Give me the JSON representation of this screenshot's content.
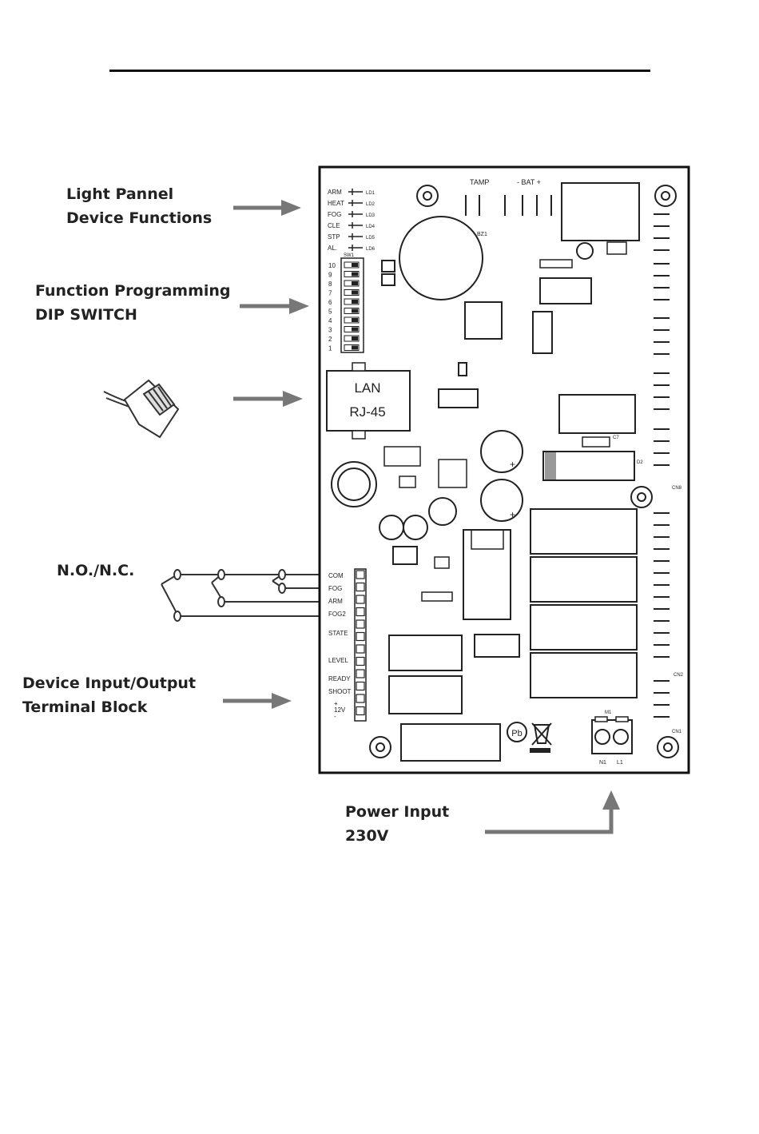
{
  "callouts": {
    "light_panel": [
      "Light Pannel",
      "Device Functions"
    ],
    "dip_switch": [
      "Function Programming",
      "DIP SWITCH"
    ],
    "no_nc": "N.O./N.C.",
    "terminal_block": [
      "Device Input/Output",
      "Terminal Block"
    ],
    "power_input": [
      "Power Input",
      "230V"
    ]
  },
  "board": {
    "top_labels": {
      "tamp": "TAMP",
      "bat": "-  BAT  +",
      "bz": "BZ1"
    },
    "led_labels": [
      "ARM",
      "HEAT",
      "FOG",
      "CLE",
      "STP",
      "AL."
    ],
    "led_ids": [
      "LD1",
      "LD2",
      "LD3",
      "LD4",
      "LD5",
      "LD6"
    ],
    "dip_header": "SW1",
    "dip_numbers": [
      "10",
      "9",
      "8",
      "7",
      "6",
      "5",
      "4",
      "3",
      "2",
      "1"
    ],
    "lan_label": [
      "LAN",
      "RJ-45"
    ],
    "terminal_labels": [
      "COM",
      "FOG",
      "ARM",
      "FOG2",
      "STATE",
      "LEVEL",
      "READY",
      "SHOOT",
      "+",
      "12V",
      "-"
    ],
    "power_labels": [
      "N1",
      "L1"
    ],
    "power_connector": "M1",
    "pb_mark": "Pb",
    "side_labels": [
      "CN8",
      "CN2",
      "CN1",
      "D2",
      "C7"
    ]
  }
}
